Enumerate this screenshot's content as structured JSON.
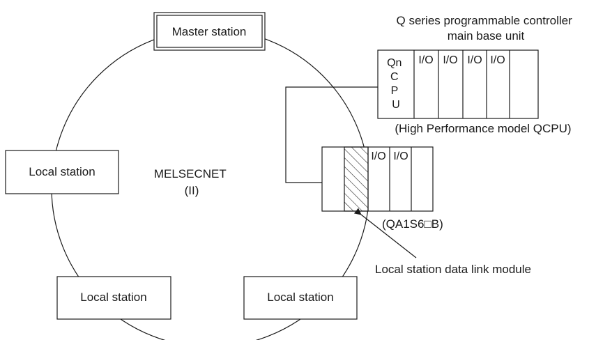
{
  "diagram": {
    "network_label": [
      "MELSECNET",
      "(II)"
    ],
    "master_station": "Master station",
    "local_station_left": "Local station",
    "local_station_bottom_left": "Local station",
    "local_station_bottom_right": "Local station",
    "main_base": {
      "caption": [
        "Q series programmable controller",
        "main base unit"
      ],
      "cpu_label": [
        "Qn",
        "C",
        "P",
        "U"
      ],
      "slots": [
        "I/O",
        "I/O",
        "I/O",
        "I/O"
      ],
      "model_caption": "(High Performance model QCPU)"
    },
    "extension_base": {
      "slots": [
        "I/O",
        "I/O"
      ],
      "model_caption": "(QA1S6□B)"
    },
    "data_link_module_label": "Local station data link module"
  }
}
